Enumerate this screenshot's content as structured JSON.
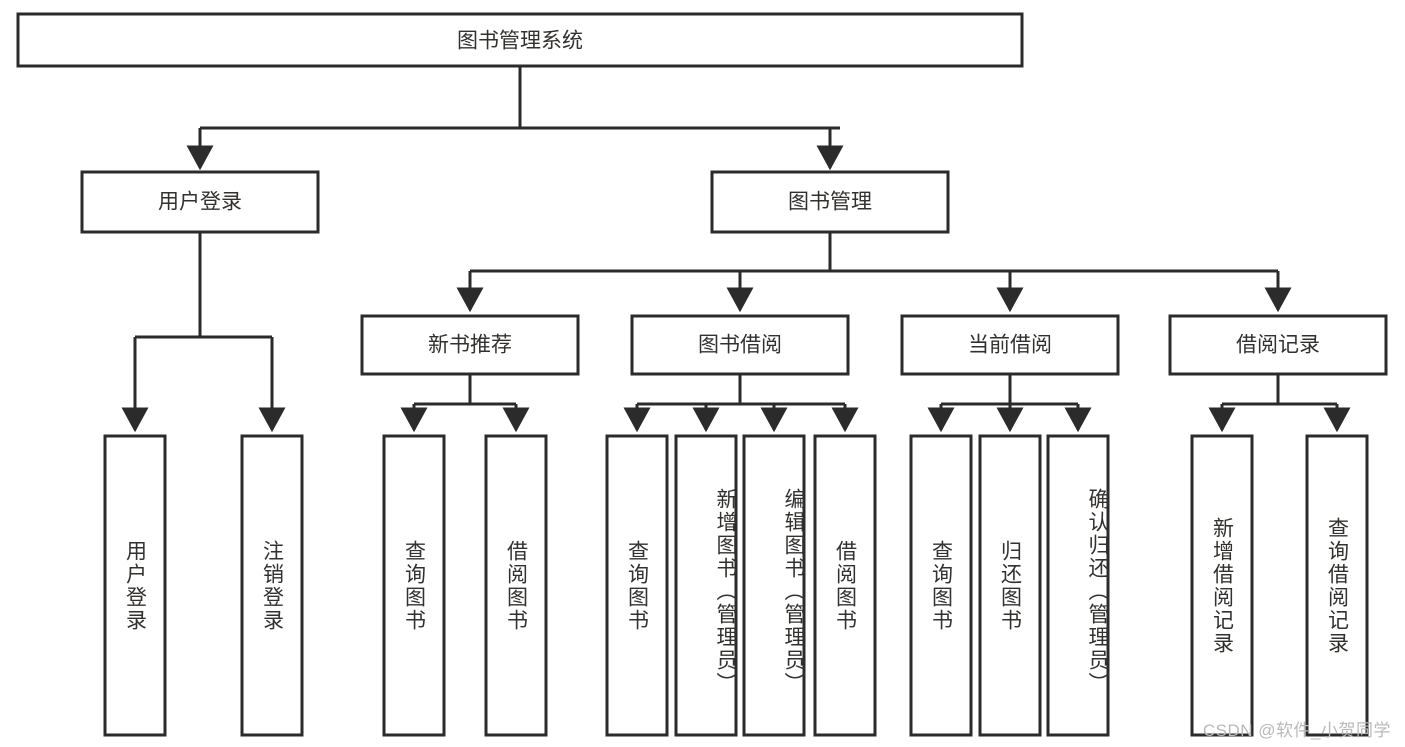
{
  "diagram": {
    "type": "tree-flowchart",
    "orientation": "top-down",
    "watermark": "CSDN @软件_小贺同学",
    "colors": {
      "stroke": "#2b2b2b",
      "fill": "#ffffff",
      "text": "#33312f",
      "watermark": "#b9b9b9"
    },
    "root": {
      "label": "图书管理系统"
    },
    "level2": [
      {
        "label": "用户登录"
      },
      {
        "label": "图书管理"
      }
    ],
    "level3": [
      {
        "label": "新书推荐"
      },
      {
        "label": "图书借阅"
      },
      {
        "label": "当前借阅"
      },
      {
        "label": "借阅记录"
      }
    ],
    "leaves": {
      "user_login": [
        {
          "label": "用户登录"
        },
        {
          "label": "注销登录"
        }
      ],
      "new_book_recommend": [
        {
          "label": "查询图书"
        },
        {
          "label": "借阅图书"
        }
      ],
      "book_borrow": [
        {
          "label": "查询图书"
        },
        {
          "label": "新增图书（管理员）"
        },
        {
          "label": "编辑图书（管理员）"
        },
        {
          "label": "借阅图书"
        }
      ],
      "current_borrow": [
        {
          "label": "查询图书"
        },
        {
          "label": "归还图书"
        },
        {
          "label": "确认归还（管理员）"
        }
      ],
      "borrow_record": [
        {
          "label": "新增借阅记录"
        },
        {
          "label": "查询借阅记录"
        }
      ]
    }
  }
}
